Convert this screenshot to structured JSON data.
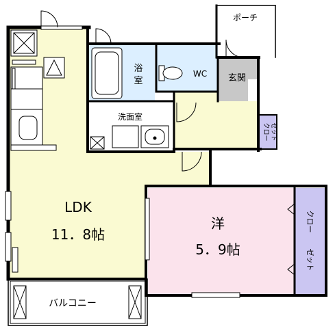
{
  "rooms": {
    "porch": "ポーチ",
    "bath": "浴室",
    "bath_line1": "浴",
    "bath_line2": "室",
    "wc": "WC",
    "entrance": "玄関",
    "washroom": "洗面室",
    "entrance_closet_line1": "クロー",
    "entrance_closet_line2": "ゼット",
    "ldk_name": "LDK",
    "ldk_size": "11．8帖",
    "western_name": "洋",
    "western_size": "5．9帖",
    "western_closet_line1": "クロー",
    "western_closet_line2": "ゼット",
    "balcony": "バルコニー"
  },
  "colors": {
    "ldk_floor": "#fafad2",
    "western_floor": "#fbe3ec",
    "closet_floor": "#cbc6f2",
    "entrance_floor": "#c8c8c8",
    "bath_floor": "#dcefff",
    "wall": "#000000"
  }
}
